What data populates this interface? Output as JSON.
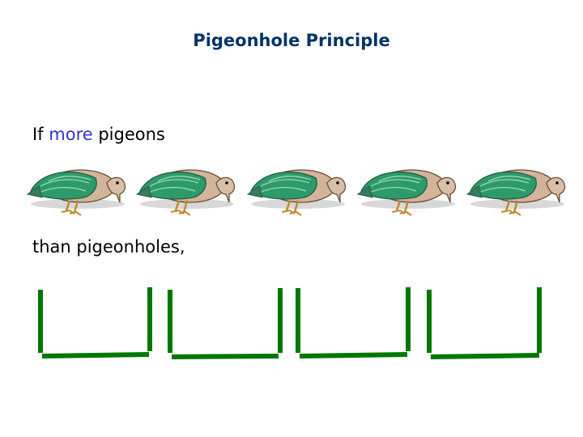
{
  "slide": {
    "title": "Pigeonhole Principle",
    "line1": {
      "prefix": "If ",
      "highlight": "more",
      "suffix": " pigeons"
    },
    "line2": "than pigeonholes,"
  },
  "colors": {
    "title": "#003366",
    "highlight": "#3333cc",
    "hole_green": "#007700",
    "pigeon_wing_green": "#2e9a6a",
    "pigeon_body_tan": "#d2b49a"
  },
  "diagram": {
    "pigeon_count": 5,
    "pigeonhole_count": 4
  }
}
